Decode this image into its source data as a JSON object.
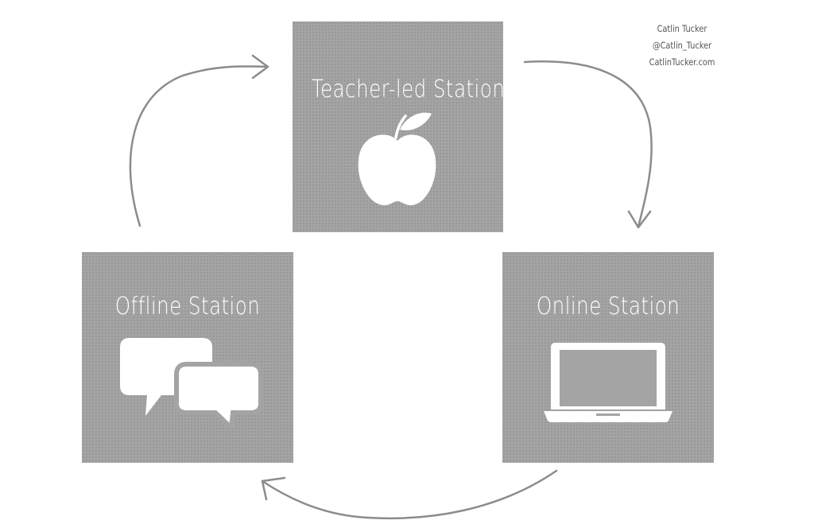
{
  "stations": {
    "teacher": {
      "title": "Teacher-led Station",
      "icon": "apple-icon"
    },
    "offline": {
      "title": "Offline Station",
      "icon": "chat-bubbles-icon"
    },
    "online": {
      "title": "Online Station",
      "icon": "laptop-icon"
    }
  },
  "credit": {
    "name": "Catlin Tucker",
    "handle": "@Catlin_Tucker",
    "site": "CatlinTucker.com"
  },
  "colors": {
    "box": "#a4a4a4",
    "icon": "#ffffff",
    "arrow": "#8c8c8c",
    "credit_text": "#555555"
  }
}
